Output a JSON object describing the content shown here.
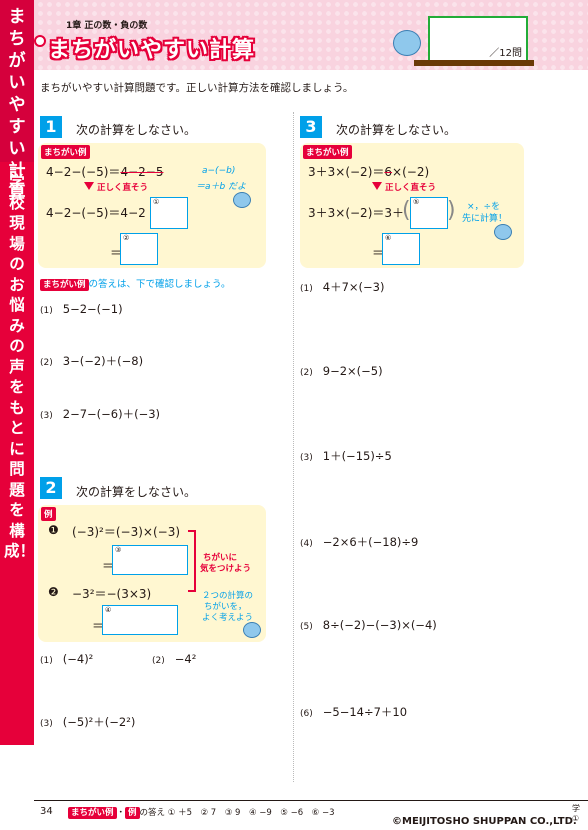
{
  "header": {
    "chapter": "1章 正の数・負の数",
    "title": "まちがいやすい計算",
    "score_label": "／12問"
  },
  "sidebar": {
    "title": "まちがいやすい計算",
    "subtitle": "学校現場のお悩みの声をもとに問題を構成！"
  },
  "intro": "まちがいやすい計算問題です。正しい計算方法を確認しましょう。",
  "section1": {
    "num": "1",
    "instruction": "次の計算をしなさい。",
    "tag": "まちがい例",
    "wrong_line_left": "4−2−(−5)＝",
    "wrong_line_struck": "4−2−5",
    "correct_label": "正しく直そう",
    "correct_line": "4−2−(−5)＝4−2",
    "equals": "＝",
    "box1": "①",
    "box2": "②",
    "hint_line1": "a−(−b)",
    "hint_line2": "＝a＋b だよ",
    "note_tag": "まちがい例",
    "note": "の答えは、下で確認しましょう。",
    "problems": [
      {
        "n": "(1)",
        "expr": "5−2−(−1)"
      },
      {
        "n": "(2)",
        "expr": "3−(−2)＋(−8)"
      },
      {
        "n": "(3)",
        "expr": "2−7−(−6)＋(−3)"
      }
    ]
  },
  "section2": {
    "num": "2",
    "instruction": "次の計算をしなさい。",
    "tag": "例",
    "ex1_mark": "❶",
    "ex1_line": "(−3)²＝(−3)×(−3)",
    "ex2_mark": "❷",
    "ex2_line": "−3²＝−(3×3)",
    "equals": "＝",
    "box3": "③",
    "box4": "④",
    "caution_line1": "ちがいに",
    "caution_line2": "気をつけよう",
    "hint_line1": "２つの計算の",
    "hint_line2": "ちがいを，",
    "hint_line3": "よく考えよう",
    "problems": [
      {
        "n": "(1)",
        "expr": "(−4)²"
      },
      {
        "n": "(2)",
        "expr": "−4²"
      },
      {
        "n": "(3)",
        "expr": "(−5)²＋(−2²)"
      }
    ]
  },
  "section3": {
    "num": "3",
    "instruction": "次の計算をしなさい。",
    "tag": "まちがい例",
    "wrong_line_left": "3＋3×(−2)＝",
    "wrong_line_struck": "6",
    "wrong_line_right": "×(−2)",
    "correct_label": "正しく直そう",
    "correct_line": "3＋3×(−2)＝3＋",
    "equals": "＝",
    "box5": "⑤",
    "box6": "⑥",
    "hint_line1": "×，÷を",
    "hint_line2": "先に計算！",
    "problems": [
      {
        "n": "(1)",
        "expr": "4＋7×(−3)"
      },
      {
        "n": "(2)",
        "expr": "9−2×(−5)"
      },
      {
        "n": "(3)",
        "expr": "1＋(−15)÷5"
      },
      {
        "n": "(4)",
        "expr": "−2×6＋(−18)÷9"
      },
      {
        "n": "(5)",
        "expr": "8÷(−2)−(−3)×(−4)"
      },
      {
        "n": "(6)",
        "expr": "−5−14÷7＋10"
      }
    ]
  },
  "footer": {
    "page": "34",
    "tag1": "まちがい例",
    "dot": "・",
    "tag2": "例",
    "answers": "の答え ① ＋5　② 7　③ 9　④ −9　⑤ −6　⑥ −3",
    "copyright": "©MEIJITOSHO SHUPPAN CO.,LTD.",
    "side_mark": "学①"
  },
  "colors": {
    "accent_red": "#e6003a",
    "accent_blue": "#00a0e9",
    "box_bg": "#fff7d1",
    "header_pink": "#f9d3df"
  }
}
